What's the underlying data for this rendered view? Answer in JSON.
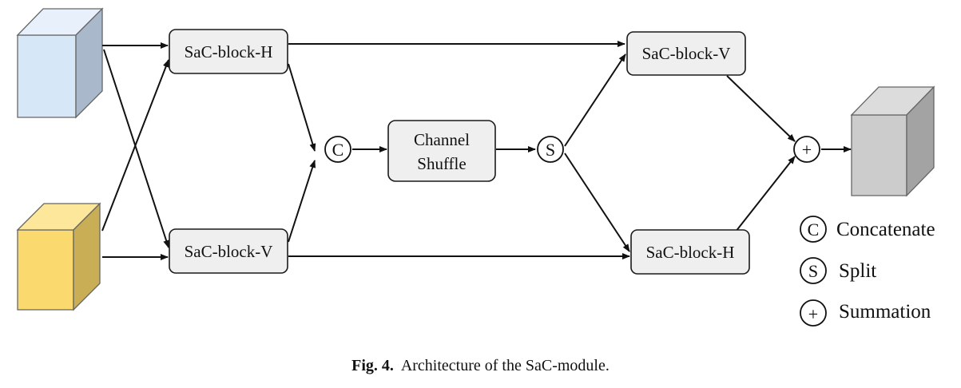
{
  "blocks": {
    "top_left": "SaC-block-H",
    "bottom_left": "SaC-block-V",
    "shuffle_line1": "Channel",
    "shuffle_line2": "Shuffle",
    "top_right": "SaC-block-V",
    "bottom_right": "SaC-block-H"
  },
  "operators": {
    "concat": "C",
    "split": "S",
    "sum": "+"
  },
  "legend": {
    "concat": "Concatenate",
    "split": "Split",
    "sum": "Summation"
  },
  "colors": {
    "input_top": "#d6e7f8",
    "input_bottom": "#fad96e",
    "output": "#cccccc"
  },
  "caption": {
    "label": "Fig. 4.",
    "text": "Architecture of the SaC-module."
  }
}
